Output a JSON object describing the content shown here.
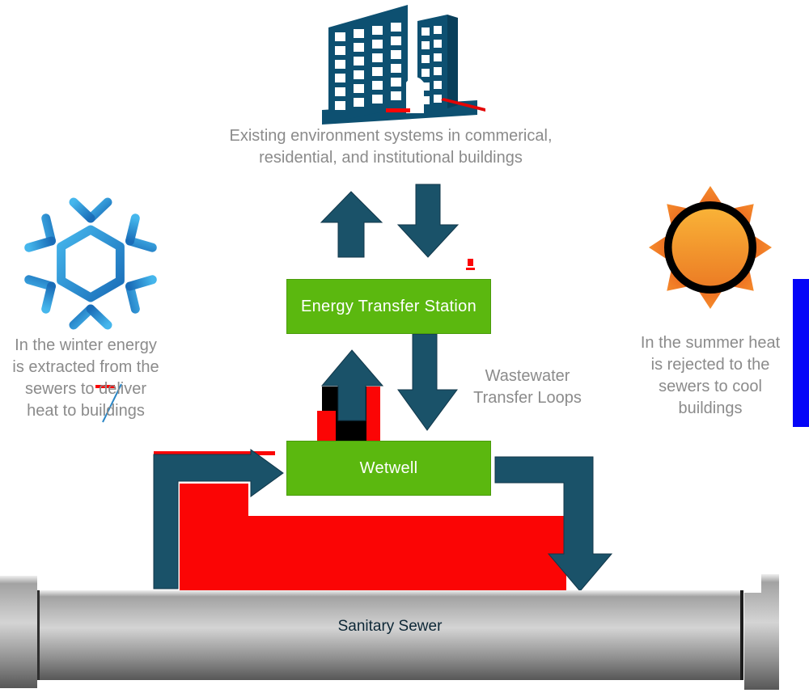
{
  "diagram": {
    "title_caption_lines": [
      "Existing environment systems in commerical,",
      "residential, and institutional buildings"
    ],
    "winter_caption_lines": [
      "In the winter energy",
      "is extracted from the",
      "sewers to deliver",
      "heat to buildings"
    ],
    "summer_caption_lines": [
      "In the summer heat",
      "is rejected to the",
      "sewers to cool",
      "buildings"
    ],
    "wastewater_caption_lines": [
      "Wastewater",
      "Transfer Loops"
    ],
    "boxes": {
      "energy_transfer_station": "Energy Transfer Station",
      "wetwell": "Wetwell"
    },
    "pipe": {
      "label": "Sanitary Sewer"
    },
    "icons": [
      "building-icon",
      "snowflake-icon",
      "sun-icon",
      "arrow-up-icon",
      "arrow-down-icon",
      "loop-arrow-icon"
    ],
    "colors": {
      "arrow_teal": "#1a5269",
      "building_teal": "#0d5071",
      "box_green": "#5bb80f",
      "box_green_border": "#4a9c0c",
      "flow_red": "#fb0505",
      "snowflake_blue": "#2f9fd9",
      "sun_orange": "#ee7e26",
      "sun_ring_black": "#000000",
      "pipe_gray": "#b0b0b0",
      "caption_gray": "#8b8b8b",
      "side_strip_blue": "#0505f8",
      "pipe_label_navy": "#0d2736"
    }
  }
}
